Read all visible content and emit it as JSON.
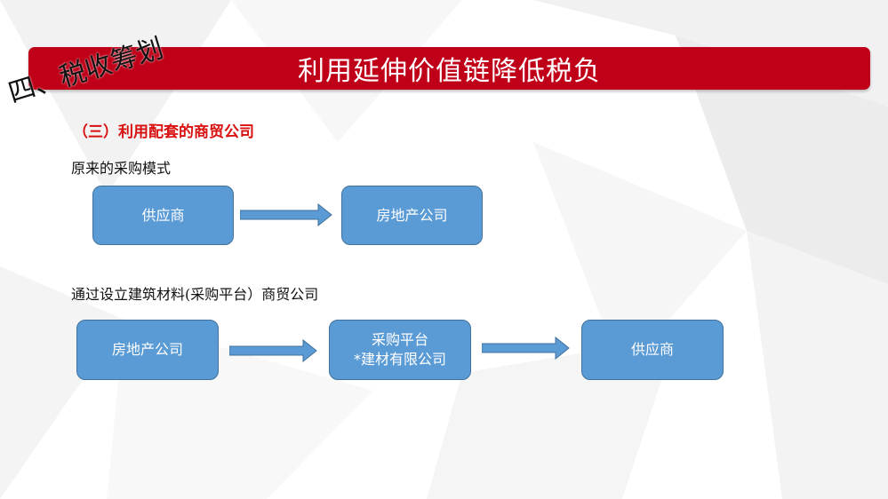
{
  "slide": {
    "title": "利用延伸价值链降低税负",
    "section_tag": "四、税收筹划",
    "subheading": "（三）利用配套的商贸公司"
  },
  "flow1": {
    "label": "原来的采购模式",
    "nodes": [
      "供应商",
      "房地产公司"
    ]
  },
  "flow2": {
    "label": "通过设立建筑材料(采购平台）商贸公司",
    "nodes": [
      {
        "line1": "房地产公司"
      },
      {
        "line1": "采购平台",
        "line2": "*建材有限公司"
      },
      {
        "line1": "供应商"
      }
    ]
  },
  "colors": {
    "title_bar": "#c00018",
    "subheading": "#d81010",
    "node_fill": "#5b9bd5",
    "node_border": "#41719c"
  }
}
